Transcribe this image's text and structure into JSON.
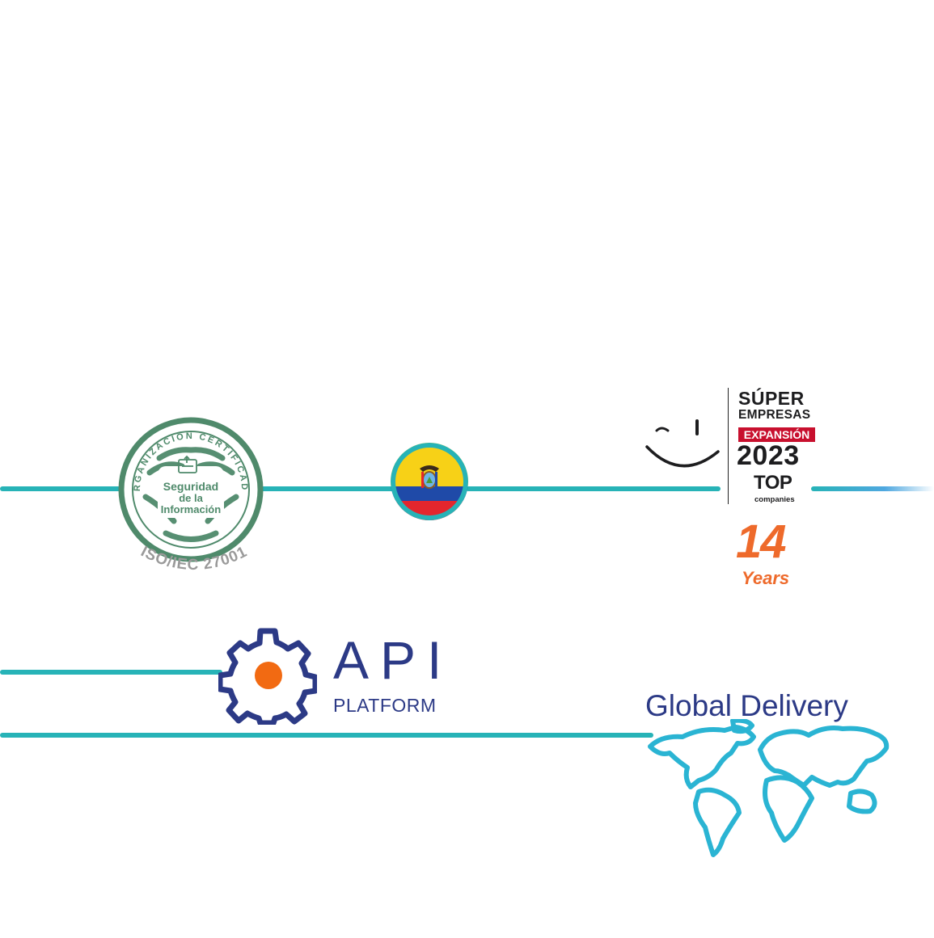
{
  "colors": {
    "line_teal": "#27b3b7",
    "iso_green": "#4f8a6b",
    "iso_gray": "#9a9a9a",
    "navy": "#2c3a86",
    "award_red": "#c8102e",
    "award_orange": "#ee6a2b",
    "map_cyan": "#2ab4d3",
    "flag_yellow": "#f7d117",
    "flag_blue": "#1f4aa8",
    "flag_red": "#e3262d"
  },
  "iso_badge": {
    "arc_text": "ORGANIZACIÓN CERTIFICADA",
    "line1": "Seguridad",
    "line2": "de la",
    "line3": "Información",
    "caption": "ISO/IEC 27001"
  },
  "flag": {
    "country": "ecuador-flag-icon"
  },
  "award": {
    "super": "SÚPER",
    "empresas": "EMPRESAS",
    "expansion": "EXPANSIÓN",
    "year": "2023",
    "top": "TOP",
    "companies": "companies",
    "years_number": "14",
    "years_word": "Years"
  },
  "api": {
    "title": "API",
    "subtitle": "PLATFORM",
    "icon": "gear-icon"
  },
  "global": {
    "title": "Global Delivery",
    "icon": "world-map-icon"
  }
}
